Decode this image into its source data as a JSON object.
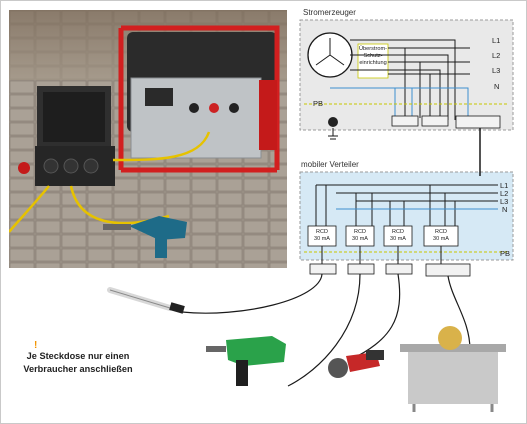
{
  "generator": {
    "title": "Stromerzeuger",
    "breaker_label": "Überstrom-Schutz-einrichtung",
    "lines": [
      "L1",
      "L2",
      "L3",
      "N"
    ],
    "pe_label": "PB"
  },
  "distributor": {
    "title": "mobiler Verteiler",
    "lines": [
      "L1",
      "L2",
      "L3",
      "N"
    ],
    "pe_label": "PB",
    "rcds": [
      {
        "name": "RCD",
        "rating": "30 mA"
      },
      {
        "name": "RCD",
        "rating": "30 mA"
      },
      {
        "name": "RCD",
        "rating": "30 mA"
      },
      {
        "name": "RCD",
        "rating": "30 mA"
      }
    ]
  },
  "note": {
    "text": "Je Steckdose nur einen Verbraucher anschließen",
    "line1": "Je Steckdose nur einen",
    "line2": "Verbraucher anschließen"
  },
  "colors": {
    "panel_gray": "#e9e9e9",
    "panel_blue": "#d6e9f5",
    "pe_line": "#c8c800",
    "neutral_line": "#3d8fd0",
    "phase_line": "#1a1a1a",
    "accent_orange": "#f29400"
  },
  "icons": [
    "generator-photo",
    "distribution-box-photo",
    "drill-photo",
    "work-lamp-icon",
    "hammer-drill-icon",
    "angle-grinder-icon",
    "table-saw-icon",
    "ground-symbol-icon"
  ]
}
